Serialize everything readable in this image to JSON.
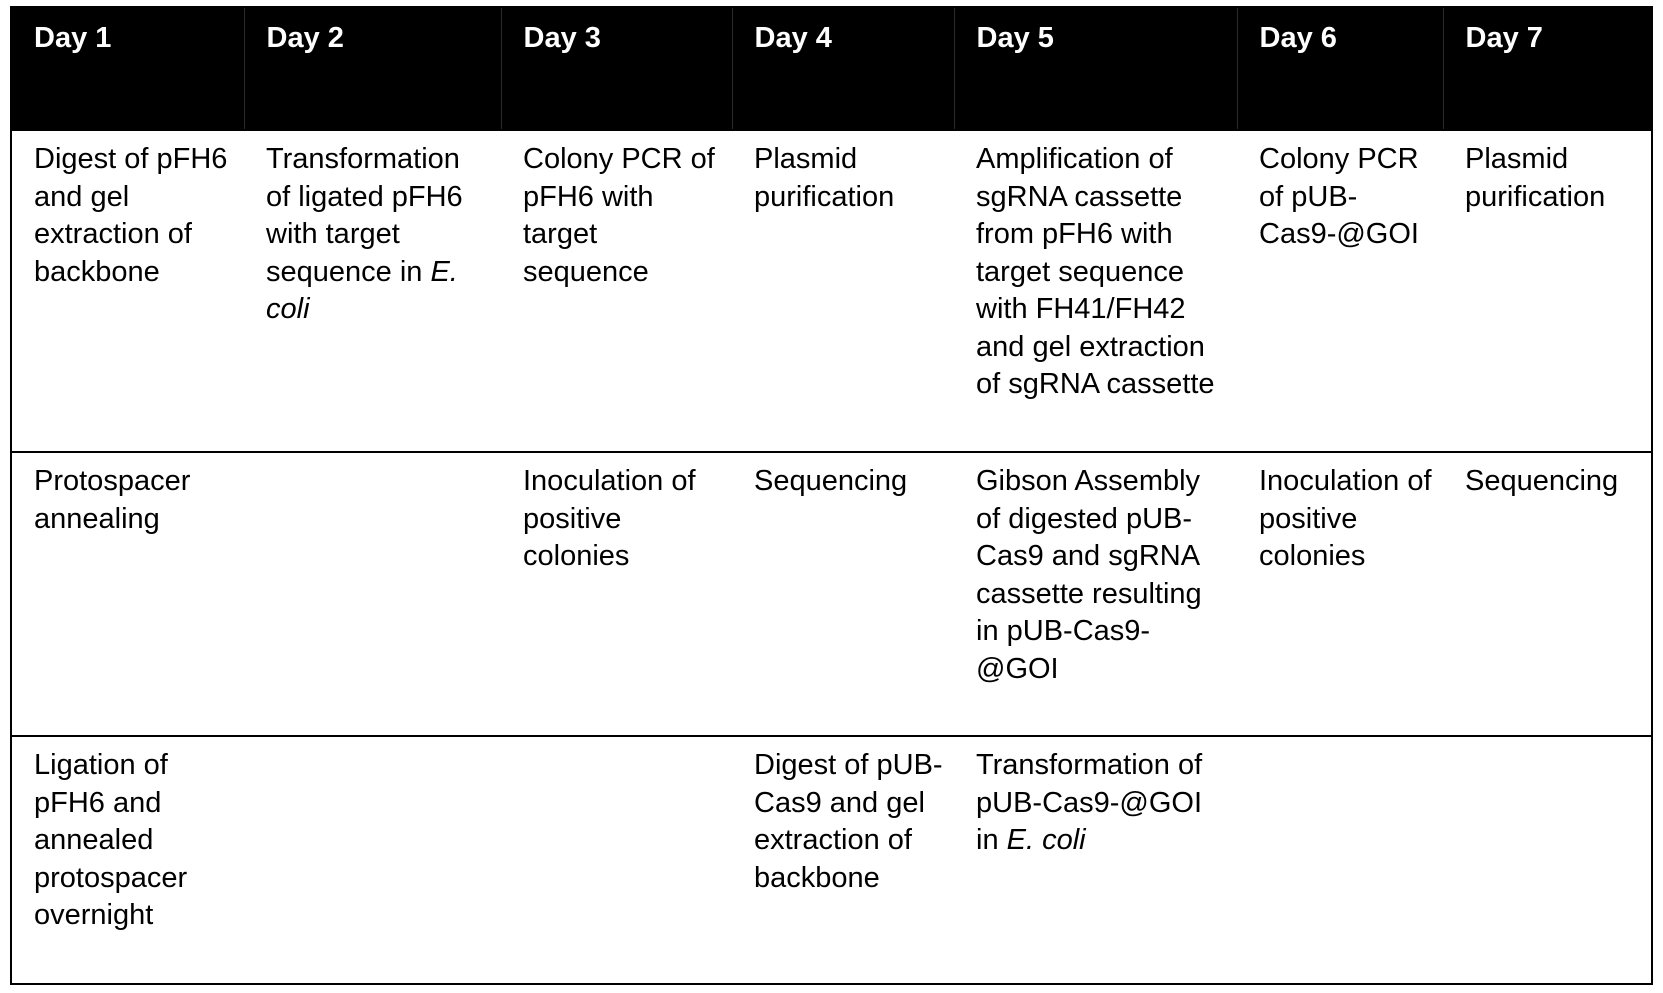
{
  "headers": [
    "Day 1",
    "Day 2",
    "Day 3",
    "Day 4",
    "Day 5",
    "Day 6",
    "Day 7"
  ],
  "rows": [
    {
      "day1": "Digest of pFH6 and gel extraction of backbone",
      "day2_pre": "Transformation of ligated pFH6 with target sequence in ",
      "day2_italic": "E. coli",
      "day3": "Colony PCR of pFH6 with target sequence",
      "day4": "Plasmid purification",
      "day5": "Amplification of sgRNA cassette from pFH6 with target sequence with FH41/FH42 and gel extraction of sgRNA cassette",
      "day6": "Colony PCR of pUB-Cas9-@GOI",
      "day7": "Plasmid purification"
    },
    {
      "day1": "Protospacer annealing",
      "day2": "",
      "day3": "Inoculation of positive colonies",
      "day4": "Sequencing",
      "day5": "Gibson Assembly of digested pUB-Cas9 and sgRNA cassette resulting in pUB-Cas9-@GOI",
      "day6": "Inoculation of positive colonies",
      "day7": "Sequencing"
    },
    {
      "day1": "Ligation of pFH6 and annealed protospacer overnight",
      "day2": "",
      "day3": "",
      "day4": "Digest of pUB-Cas9 and gel extraction of backbone",
      "day5_pre": "Transformation of pUB-Cas9-@GOI in ",
      "day5_italic": "E. coli",
      "day6": "",
      "day7": ""
    }
  ]
}
